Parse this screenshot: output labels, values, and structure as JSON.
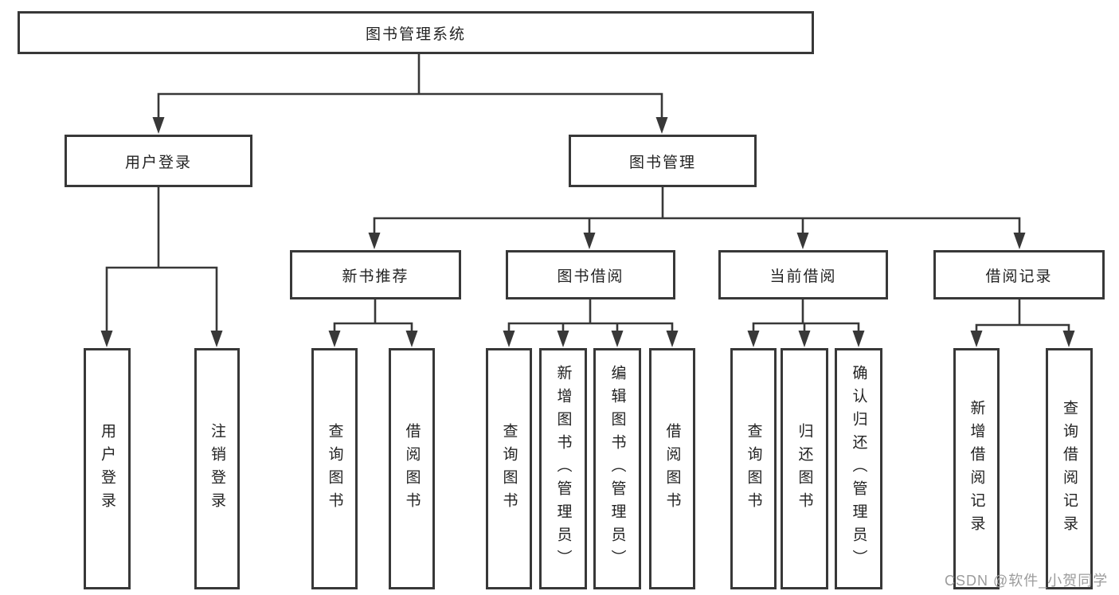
{
  "diagram": {
    "title_node": {
      "label": "图书管理系统"
    },
    "user_branch": {
      "label": "用户登录",
      "children": [
        {
          "label": "用户登录"
        },
        {
          "label": "注销登录"
        }
      ]
    },
    "book_branch": {
      "label": "图书管理",
      "modules": [
        {
          "label": "新书推荐",
          "children": [
            {
              "label": "查询图书"
            },
            {
              "label": "借阅图书"
            }
          ]
        },
        {
          "label": "图书借阅",
          "children": [
            {
              "label": "查询图书"
            },
            {
              "label": "新增图书（管理员）"
            },
            {
              "label": "编辑图书（管理员）"
            },
            {
              "label": "借阅图书"
            }
          ]
        },
        {
          "label": "当前借阅",
          "children": [
            {
              "label": "查询图书"
            },
            {
              "label": "归还图书"
            },
            {
              "label": "确认归还（管理员）"
            }
          ]
        },
        {
          "label": "借阅记录",
          "children": [
            {
              "label": "新增借阅记录"
            },
            {
              "label": "查询借阅记录"
            }
          ]
        }
      ]
    },
    "colors": {
      "line": "#383838",
      "box_border": "#383838",
      "text": "#232323",
      "watermark": "#9c9c9c",
      "background": "#ffffff"
    }
  },
  "watermark": {
    "text": "CSDN @软件_小贺同学"
  }
}
